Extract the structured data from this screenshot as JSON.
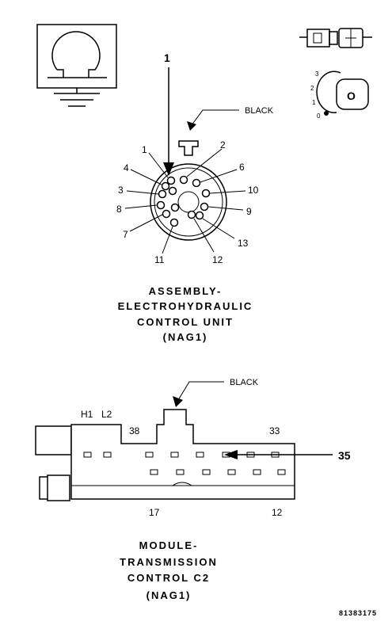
{
  "connector_top": {
    "pointer_label": "1",
    "color_label": "BLACK",
    "pins": [
      "1",
      "2",
      "3",
      "4",
      "6",
      "7",
      "8",
      "9",
      "10",
      "11",
      "12",
      "13"
    ],
    "caption": [
      "ASSEMBLY-",
      "ELECTROHYDRAULIC",
      "CONTROL UNIT",
      "(NAG1)"
    ]
  },
  "key_icon": {
    "positions": [
      "3",
      "2",
      "1",
      "0"
    ],
    "key_text": "O"
  },
  "connector_bottom": {
    "color_label": "BLACK",
    "top_labels": [
      "H1",
      "L2",
      "38",
      "33"
    ],
    "bottom_labels": [
      "17",
      "12"
    ],
    "pointer_label": "35",
    "caption": [
      "MODULE-",
      "TRANSMISSION",
      "CONTROL C2",
      "(NAG1)"
    ]
  },
  "figure_id": "81383175"
}
